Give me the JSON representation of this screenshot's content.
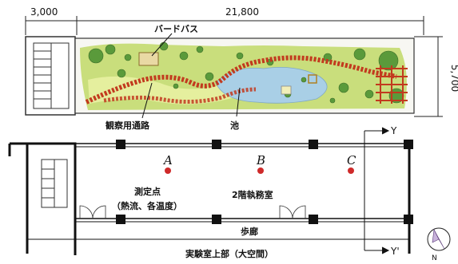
{
  "dimensions": {
    "left_width": "3,000",
    "main_width": "21,800",
    "depth": "5,700"
  },
  "garden": {
    "bird_bath": "バードバス",
    "walkway": "観察用通路",
    "pond": "池"
  },
  "floor_plan": {
    "section_mark_top": "Y",
    "section_mark_bottom": "Y'",
    "measurement_points": [
      {
        "label": "A"
      },
      {
        "label": "B"
      },
      {
        "label": "C"
      }
    ],
    "measure_caption_1": "測定点",
    "measure_caption_2": "（熱流、各温度）",
    "office": "2階執務室",
    "corridor": "歩廊",
    "lab_top": "実験室上部（大空間）"
  },
  "compass": {
    "north": "N"
  },
  "colors": {
    "grass": "#c9de7c",
    "tree": "#5a9a3b",
    "walkway_red": "#c23a1e",
    "pond": "#a9cfe6",
    "point_red": "#cf2a2a"
  }
}
